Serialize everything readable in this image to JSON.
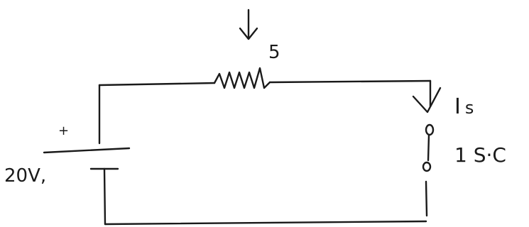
{
  "labels": {
    "resistor_value": "5",
    "battery_plus": "+",
    "battery_voltage": "20V,",
    "current_label": "I",
    "current_sub": "s",
    "switch_note": "1 S·C"
  }
}
